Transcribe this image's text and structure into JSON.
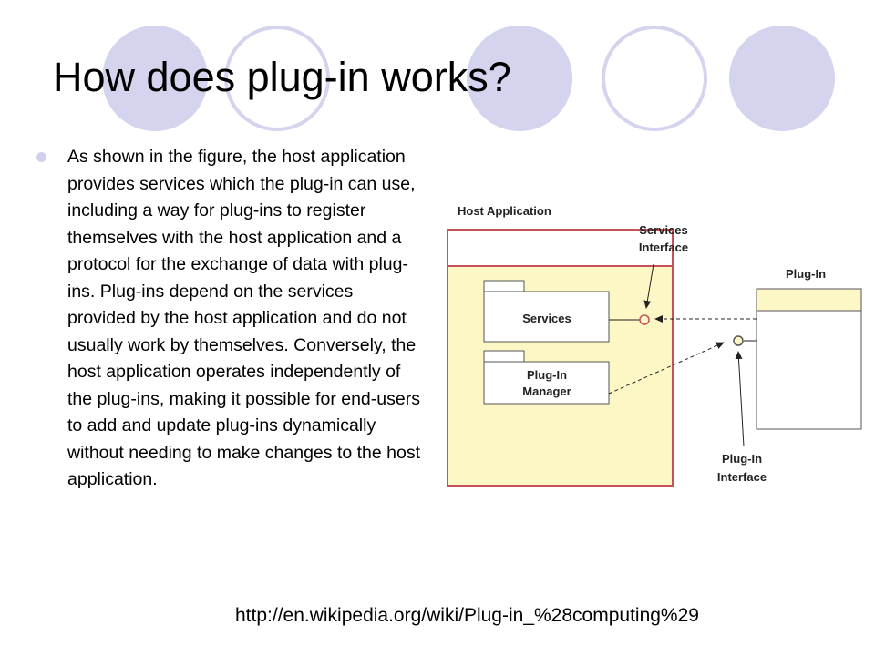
{
  "slide": {
    "title": "How does plug-in works?",
    "body": "As shown in the figure, the host application provides services which the plug-in can use, including a way for plug-ins to register themselves with the host application and a protocol for the exchange of data with plug-ins. Plug-ins depend on the services provided by the host application and do not usually work by themselves. Conversely, the host application operates independently of the plug-ins, making it possible for end-users to add and update plug-ins dynamically without needing to make changes to the host application.",
    "source": "http://en.wikipedia.org/wiki/Plug-in_%28computing%29"
  },
  "diagram": {
    "host_application": "Host Application",
    "services": "Services",
    "plugin_manager_line1": "Plug-In",
    "plugin_manager_line2": "Manager",
    "services_interface_line1": "Services",
    "services_interface_line2": "Interface",
    "plugin": "Plug-In",
    "plugin_interface_line1": "Plug-In",
    "plugin_interface_line2": "Interface"
  },
  "colors": {
    "decor_circle": "#d0d0ec",
    "host_fill": "#fdf7c6",
    "host_border": "#c0545a",
    "plugin_fill": "#fdf7c6"
  }
}
